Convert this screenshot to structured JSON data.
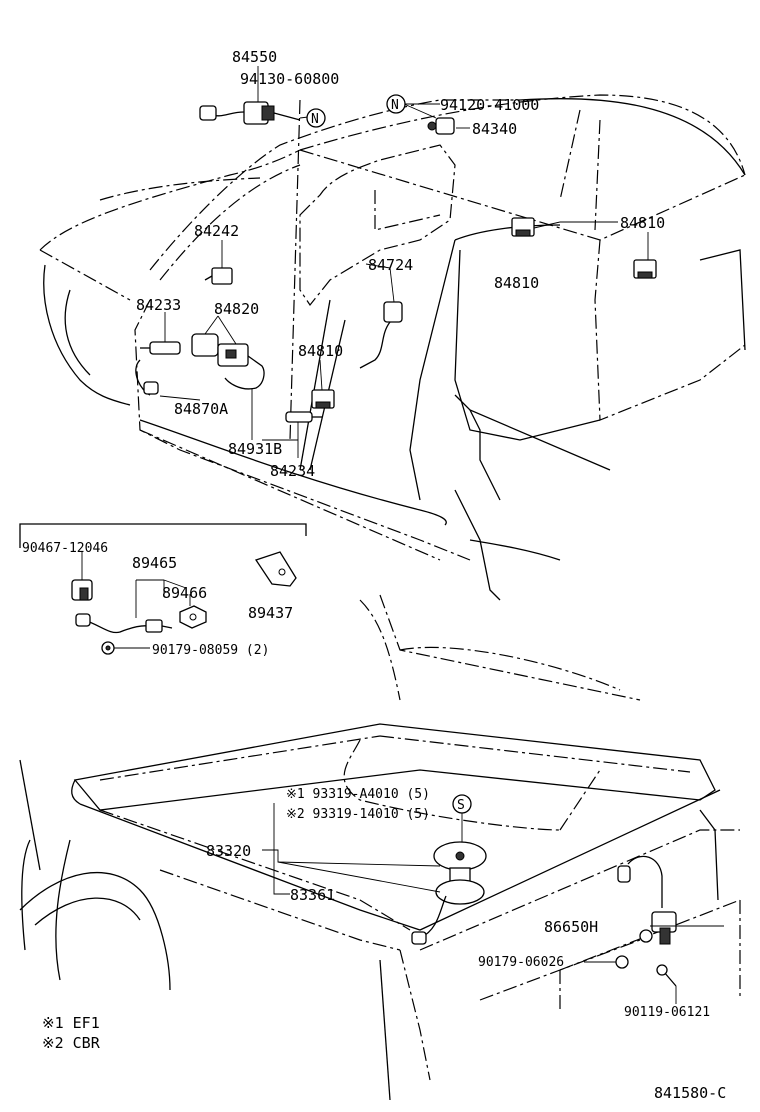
{
  "labels": {
    "p84550": "84550",
    "p94130": "94130-60800",
    "p94120": "94120-41000",
    "p84340": "84340",
    "p84242": "84242",
    "p84810a": "84810",
    "p84810b": "84810",
    "p84810c": "84810",
    "p84724": "84724",
    "p84233": "84233",
    "p84820": "84820",
    "p84870a": "84870A",
    "p84931b": "84931B",
    "p84234": "84234",
    "p90467": "90467-12046",
    "p89465": "89465",
    "p89466": "89466",
    "p89437": "89437",
    "p90179a": "90179-08059 (2)",
    "p93319a": "※1 93319-A4010 (5)",
    "p93319b": "※2 93319-14010 (5)",
    "p83320": "83320",
    "p83361": "83361",
    "p86650": "86650H",
    "p90179b": "90179-06026",
    "p90119": "90119-06121",
    "markN1": "N",
    "markN2": "N",
    "markS": "S"
  },
  "legend": {
    "note1": "※1  EF1",
    "note2": "※2  CBR"
  },
  "diagram_id": "841580-C"
}
